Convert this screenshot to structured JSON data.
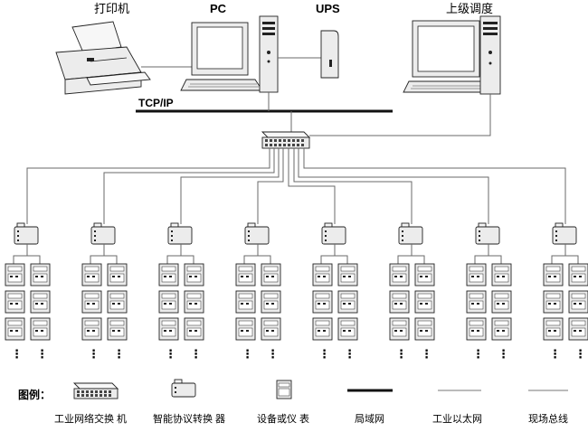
{
  "top_labels": {
    "printer": "打印机",
    "pc": "PC",
    "ups": "UPS",
    "dispatch": "上级调度"
  },
  "lan_label": "TCP/IP",
  "bay_count": 8,
  "continuation_mark": "⋮",
  "legend": {
    "title": "图例：",
    "items": [
      {
        "icon": "switch-icon",
        "label": "工业网络交换 机"
      },
      {
        "icon": "protocol-converter-icon",
        "label": "智能协议转换 器"
      },
      {
        "icon": "device-icon",
        "label": "设备或仪 表"
      },
      {
        "icon": "lan-line-icon",
        "label": "局域网"
      },
      {
        "icon": "ethernet-line-icon",
        "label": "工业以太网"
      },
      {
        "icon": "fieldbus-line-icon",
        "label": "现场总线"
      }
    ]
  }
}
